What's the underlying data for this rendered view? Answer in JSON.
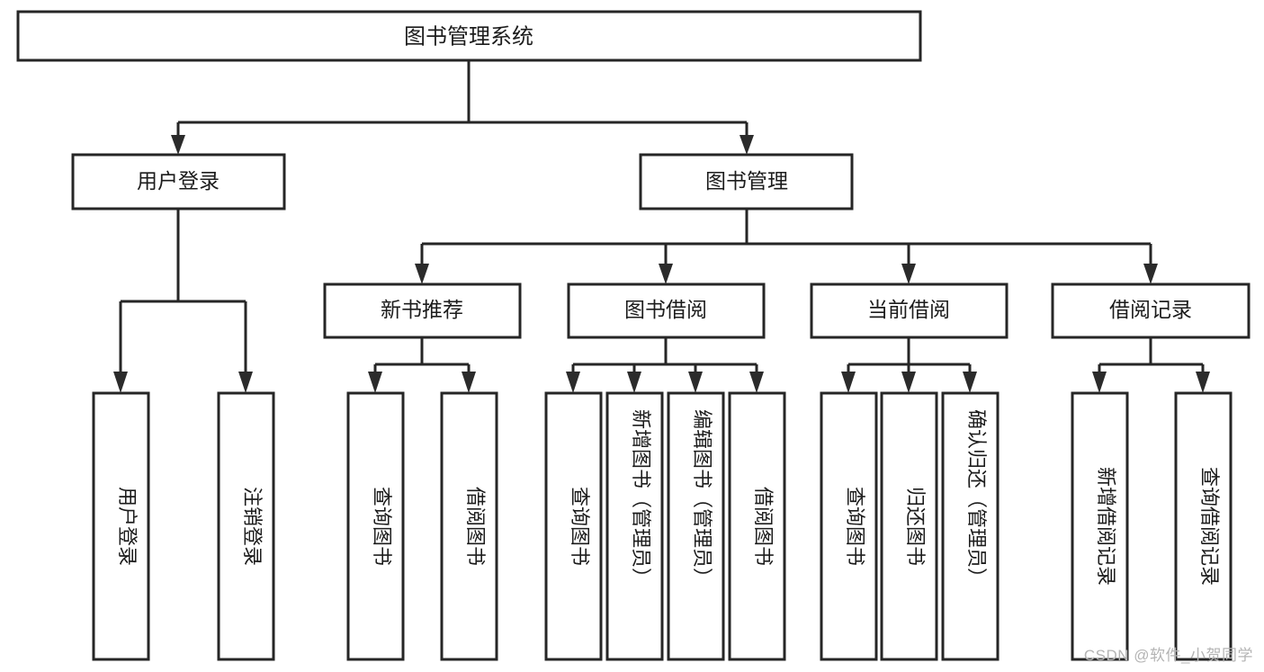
{
  "diagram": {
    "type": "tree-hierarchy",
    "title": "图书管理系统",
    "watermark": "CSDN @软件_小贺同学",
    "colors": {
      "stroke": "#262626",
      "box_fill": "#ffffff",
      "text": "#1c1c1c",
      "background": "#ffffff",
      "watermark": "#b4b4b4"
    },
    "levels": [
      {
        "level": 1,
        "nodes": [
          {
            "id": "root",
            "label": "图书管理系统",
            "orientation": "horizontal"
          }
        ]
      },
      {
        "level": 2,
        "nodes": [
          {
            "id": "user-login",
            "label": "用户登录",
            "parent": "root",
            "orientation": "horizontal"
          },
          {
            "id": "book-manage",
            "label": "图书管理",
            "parent": "root",
            "orientation": "horizontal"
          }
        ]
      },
      {
        "level": 3,
        "nodes": [
          {
            "id": "new-book-rec",
            "label": "新书推荐",
            "parent": "book-manage",
            "orientation": "horizontal"
          },
          {
            "id": "book-borrow",
            "label": "图书借阅",
            "parent": "book-manage",
            "orientation": "horizontal"
          },
          {
            "id": "current-borrow",
            "label": "当前借阅",
            "parent": "book-manage",
            "orientation": "horizontal"
          },
          {
            "id": "borrow-record",
            "label": "借阅记录",
            "parent": "book-manage",
            "orientation": "horizontal"
          }
        ]
      },
      {
        "level": 4,
        "nodes": [
          {
            "id": "leaf-1",
            "label": "用户登录",
            "parent": "user-login",
            "orientation": "vertical"
          },
          {
            "id": "leaf-2",
            "label": "注销登录",
            "parent": "user-login",
            "orientation": "vertical"
          },
          {
            "id": "leaf-3",
            "label": "查询图书",
            "parent": "new-book-rec",
            "orientation": "vertical"
          },
          {
            "id": "leaf-4",
            "label": "借阅图书",
            "parent": "new-book-rec",
            "orientation": "vertical"
          },
          {
            "id": "leaf-5",
            "label": "查询图书",
            "parent": "book-borrow",
            "orientation": "vertical"
          },
          {
            "id": "leaf-6",
            "label": "新增图书（管理员）",
            "parent": "book-borrow",
            "orientation": "vertical"
          },
          {
            "id": "leaf-7",
            "label": "编辑图书（管理员）",
            "parent": "book-borrow",
            "orientation": "vertical"
          },
          {
            "id": "leaf-8",
            "label": "借阅图书",
            "parent": "book-borrow",
            "orientation": "vertical"
          },
          {
            "id": "leaf-9",
            "label": "查询图书",
            "parent": "current-borrow",
            "orientation": "vertical"
          },
          {
            "id": "leaf-10",
            "label": "归还图书",
            "parent": "current-borrow",
            "orientation": "vertical"
          },
          {
            "id": "leaf-11",
            "label": "确认归还（管理员）",
            "parent": "current-borrow",
            "orientation": "vertical"
          },
          {
            "id": "leaf-12",
            "label": "新增借阅记录",
            "parent": "borrow-record",
            "orientation": "vertical"
          },
          {
            "id": "leaf-13",
            "label": "查询借阅记录",
            "parent": "borrow-record",
            "orientation": "vertical"
          }
        ]
      }
    ]
  },
  "nodes": {
    "root": {
      "label": "图书管理系统"
    },
    "user_login": {
      "label": "用户登录"
    },
    "book_manage": {
      "label": "图书管理"
    },
    "new_book_rec": {
      "label": "新书推荐"
    },
    "book_borrow": {
      "label": "图书借阅"
    },
    "current_borrow": {
      "label": "当前借阅"
    },
    "borrow_record": {
      "label": "借阅记录"
    },
    "leaf_1": {
      "label": "用户登录"
    },
    "leaf_2": {
      "label": "注销登录"
    },
    "leaf_3": {
      "label": "查询图书"
    },
    "leaf_4": {
      "label": "借阅图书"
    },
    "leaf_5": {
      "label": "查询图书"
    },
    "leaf_6": {
      "label": "新增图书（管理员）"
    },
    "leaf_7": {
      "label": "编辑图书（管理员）"
    },
    "leaf_8": {
      "label": "借阅图书"
    },
    "leaf_9": {
      "label": "查询图书"
    },
    "leaf_10": {
      "label": "归还图书"
    },
    "leaf_11": {
      "label": "确认归还（管理员）"
    },
    "leaf_12": {
      "label": "新增借阅记录"
    },
    "leaf_13": {
      "label": "查询借阅记录"
    }
  },
  "watermark": {
    "text": "CSDN @软件_小贺同学"
  }
}
